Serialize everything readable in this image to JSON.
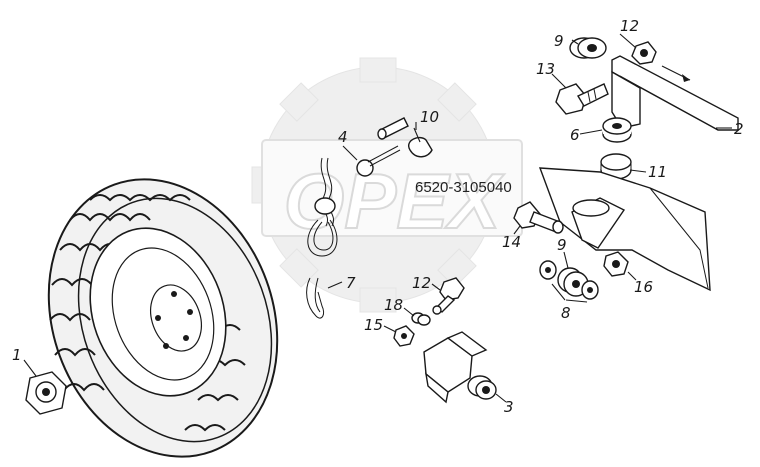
{
  "diagram": {
    "part_code": "6520-3105040",
    "watermark_text": "OPEX",
    "callouts": [
      {
        "id": "1",
        "label": "1"
      },
      {
        "id": "2",
        "label": "2"
      },
      {
        "id": "3",
        "label": "3"
      },
      {
        "id": "4",
        "label": "4"
      },
      {
        "id": "6",
        "label": "6"
      },
      {
        "id": "7",
        "label": "7"
      },
      {
        "id": "8",
        "label": "8"
      },
      {
        "id": "9a",
        "label": "9"
      },
      {
        "id": "9b",
        "label": "9"
      },
      {
        "id": "10",
        "label": "10"
      },
      {
        "id": "11",
        "label": "11"
      },
      {
        "id": "12a",
        "label": "12"
      },
      {
        "id": "12b",
        "label": "12"
      },
      {
        "id": "13",
        "label": "13"
      },
      {
        "id": "14",
        "label": "14"
      },
      {
        "id": "15",
        "label": "15"
      },
      {
        "id": "16",
        "label": "16"
      },
      {
        "id": "18",
        "label": "18"
      }
    ]
  },
  "colors": {
    "line": "#1a1a1a",
    "watermark": "#d8d8d8",
    "background": "#ffffff"
  }
}
